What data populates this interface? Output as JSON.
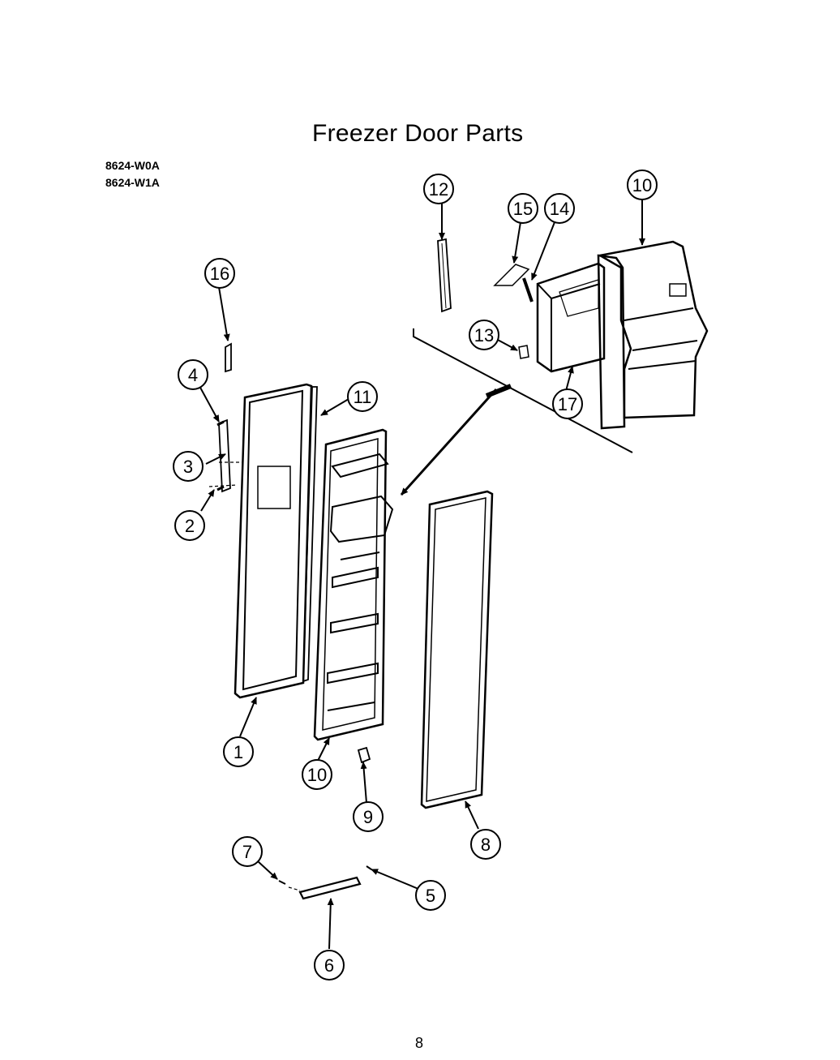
{
  "title": "Freezer Door Parts",
  "models": [
    "8624-W0A",
    "8624-W1A"
  ],
  "page_number": "8",
  "callouts": {
    "c1": "1",
    "c2": "2",
    "c3": "3",
    "c4": "4",
    "c5": "5",
    "c6": "6",
    "c7": "7",
    "c8": "8",
    "c9": "9",
    "c10a": "10",
    "c10b": "10",
    "c11": "11",
    "c12": "12",
    "c13": "13",
    "c14": "14",
    "c15": "15",
    "c16": "16",
    "c17": "17"
  }
}
